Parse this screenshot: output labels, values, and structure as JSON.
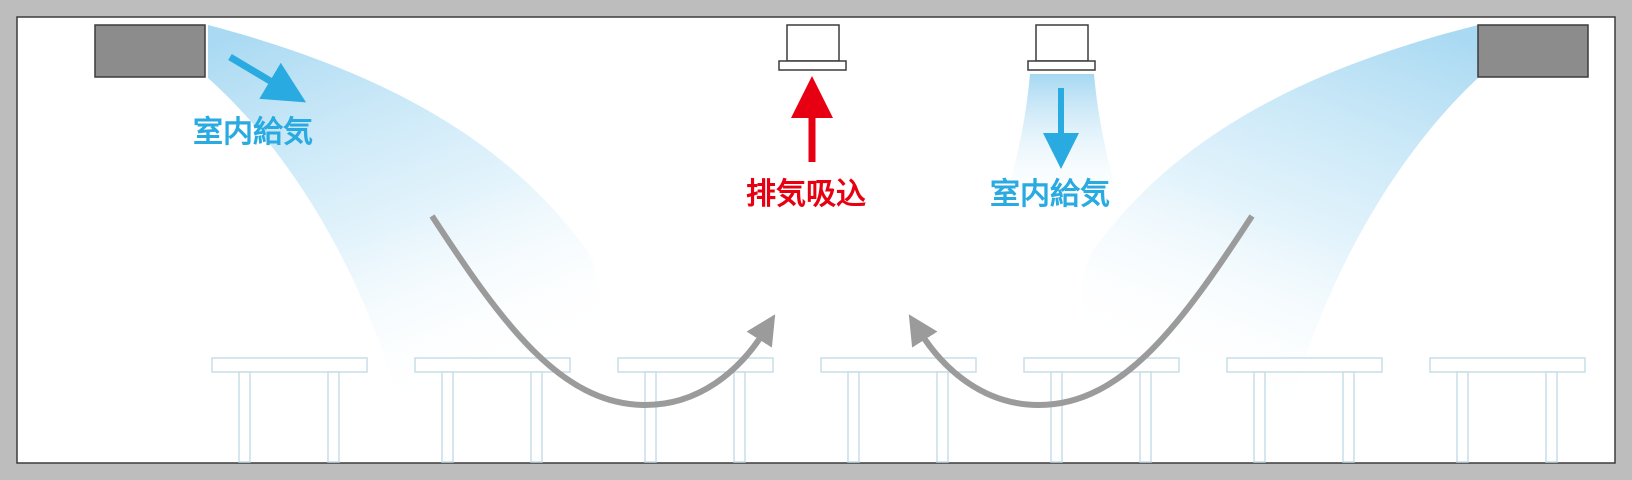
{
  "labels": {
    "supply_left": "室内給気",
    "exhaust": "排気吸込",
    "supply_ceiling": "室内給気"
  },
  "colors": {
    "supply": "#29aae1",
    "exhaust": "#e60012",
    "airflow": "#9b9b9b",
    "unit_fill": "#8c8c8c",
    "wall": "#bdbdbd",
    "table": "#c8dde8"
  },
  "icons": {
    "wall_unit": "wall-mounted-ac-unit",
    "ceiling_vent": "ceiling-vent",
    "table": "table"
  }
}
